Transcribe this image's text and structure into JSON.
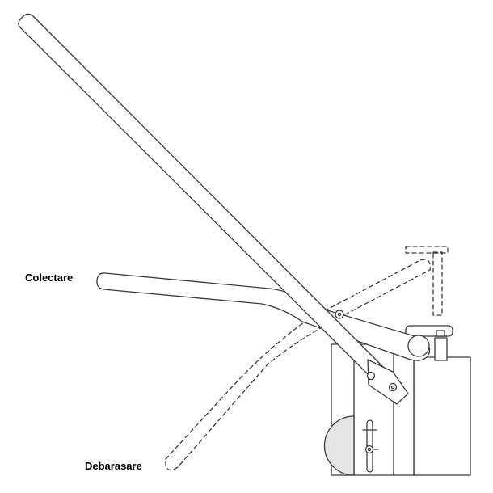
{
  "labels": {
    "collect": "Colectare",
    "discard": "Debarasare"
  },
  "colors": {
    "stroke": "#3a3a3a",
    "fill": "#ffffff",
    "wheel": "#e6e6e6",
    "text": "#000000"
  },
  "parts": {
    "long_handle": "long-handle",
    "collect_handle": "collect-position-handle",
    "discard_handle": "discard-position-handle-dashed",
    "body": "machine-body",
    "wheel": "wheel",
    "column": "vertical-column"
  }
}
